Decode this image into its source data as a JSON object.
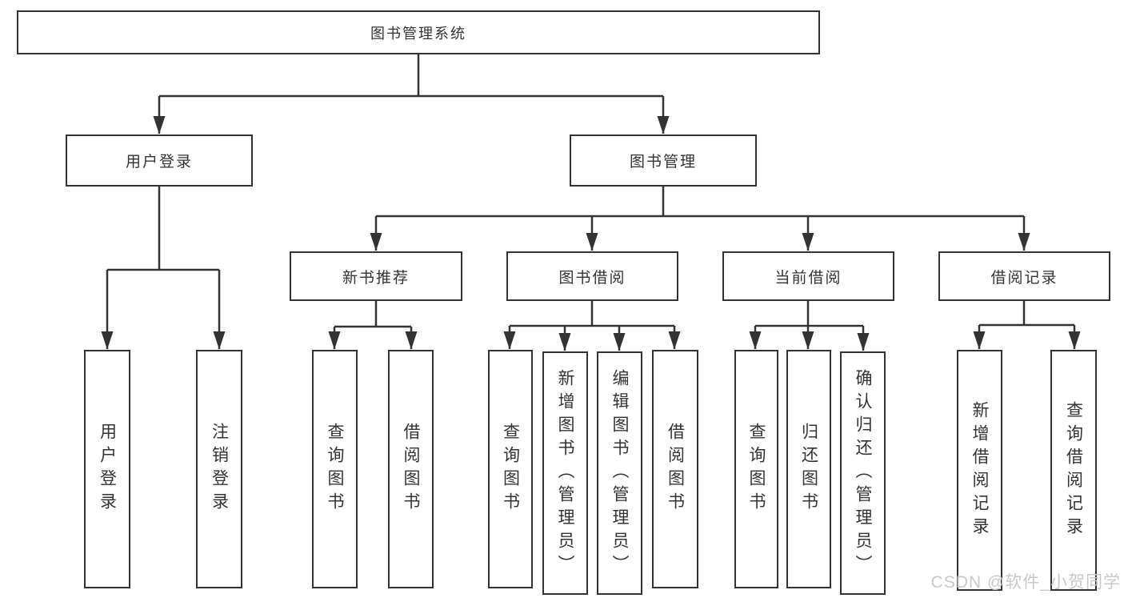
{
  "diagram": {
    "watermark": "CSDN @软件_小贺同学",
    "colors": {
      "line": "#333333",
      "box_border": "#333333",
      "box_background": "#ffffff",
      "text": "#333333",
      "watermark": "#c9c9c9"
    },
    "nodes": {
      "root": {
        "label": "图书管理系统"
      },
      "user_login": {
        "label": "用户登录"
      },
      "book_mgmt": {
        "label": "图书管理"
      },
      "new_book": {
        "label": "新书推荐"
      },
      "book_borrow": {
        "label": "图书借阅"
      },
      "current_borrow": {
        "label": "当前借阅"
      },
      "borrow_record": {
        "label": "借阅记录"
      },
      "leaf_user_login": {
        "label": "用户登录"
      },
      "leaf_logout": {
        "label": "注销登录"
      },
      "nb_query_book": {
        "label": "查询图书"
      },
      "nb_borrow_book": {
        "label": "借阅图书"
      },
      "bb_query_book": {
        "label": "查询图书"
      },
      "bb_add_book": {
        "label": "新增图书（管理员）"
      },
      "bb_edit_book": {
        "label": "编辑图书（管理员）"
      },
      "bb_borrow_book": {
        "label": "借阅图书"
      },
      "cb_query_book": {
        "label": "查询图书"
      },
      "cb_return_book": {
        "label": "归还图书"
      },
      "cb_confirm_return": {
        "label": "确认归还（管理员）"
      },
      "br_add_record": {
        "label": "新增借阅记录"
      },
      "br_query_record": {
        "label": "查询借阅记录"
      }
    }
  }
}
